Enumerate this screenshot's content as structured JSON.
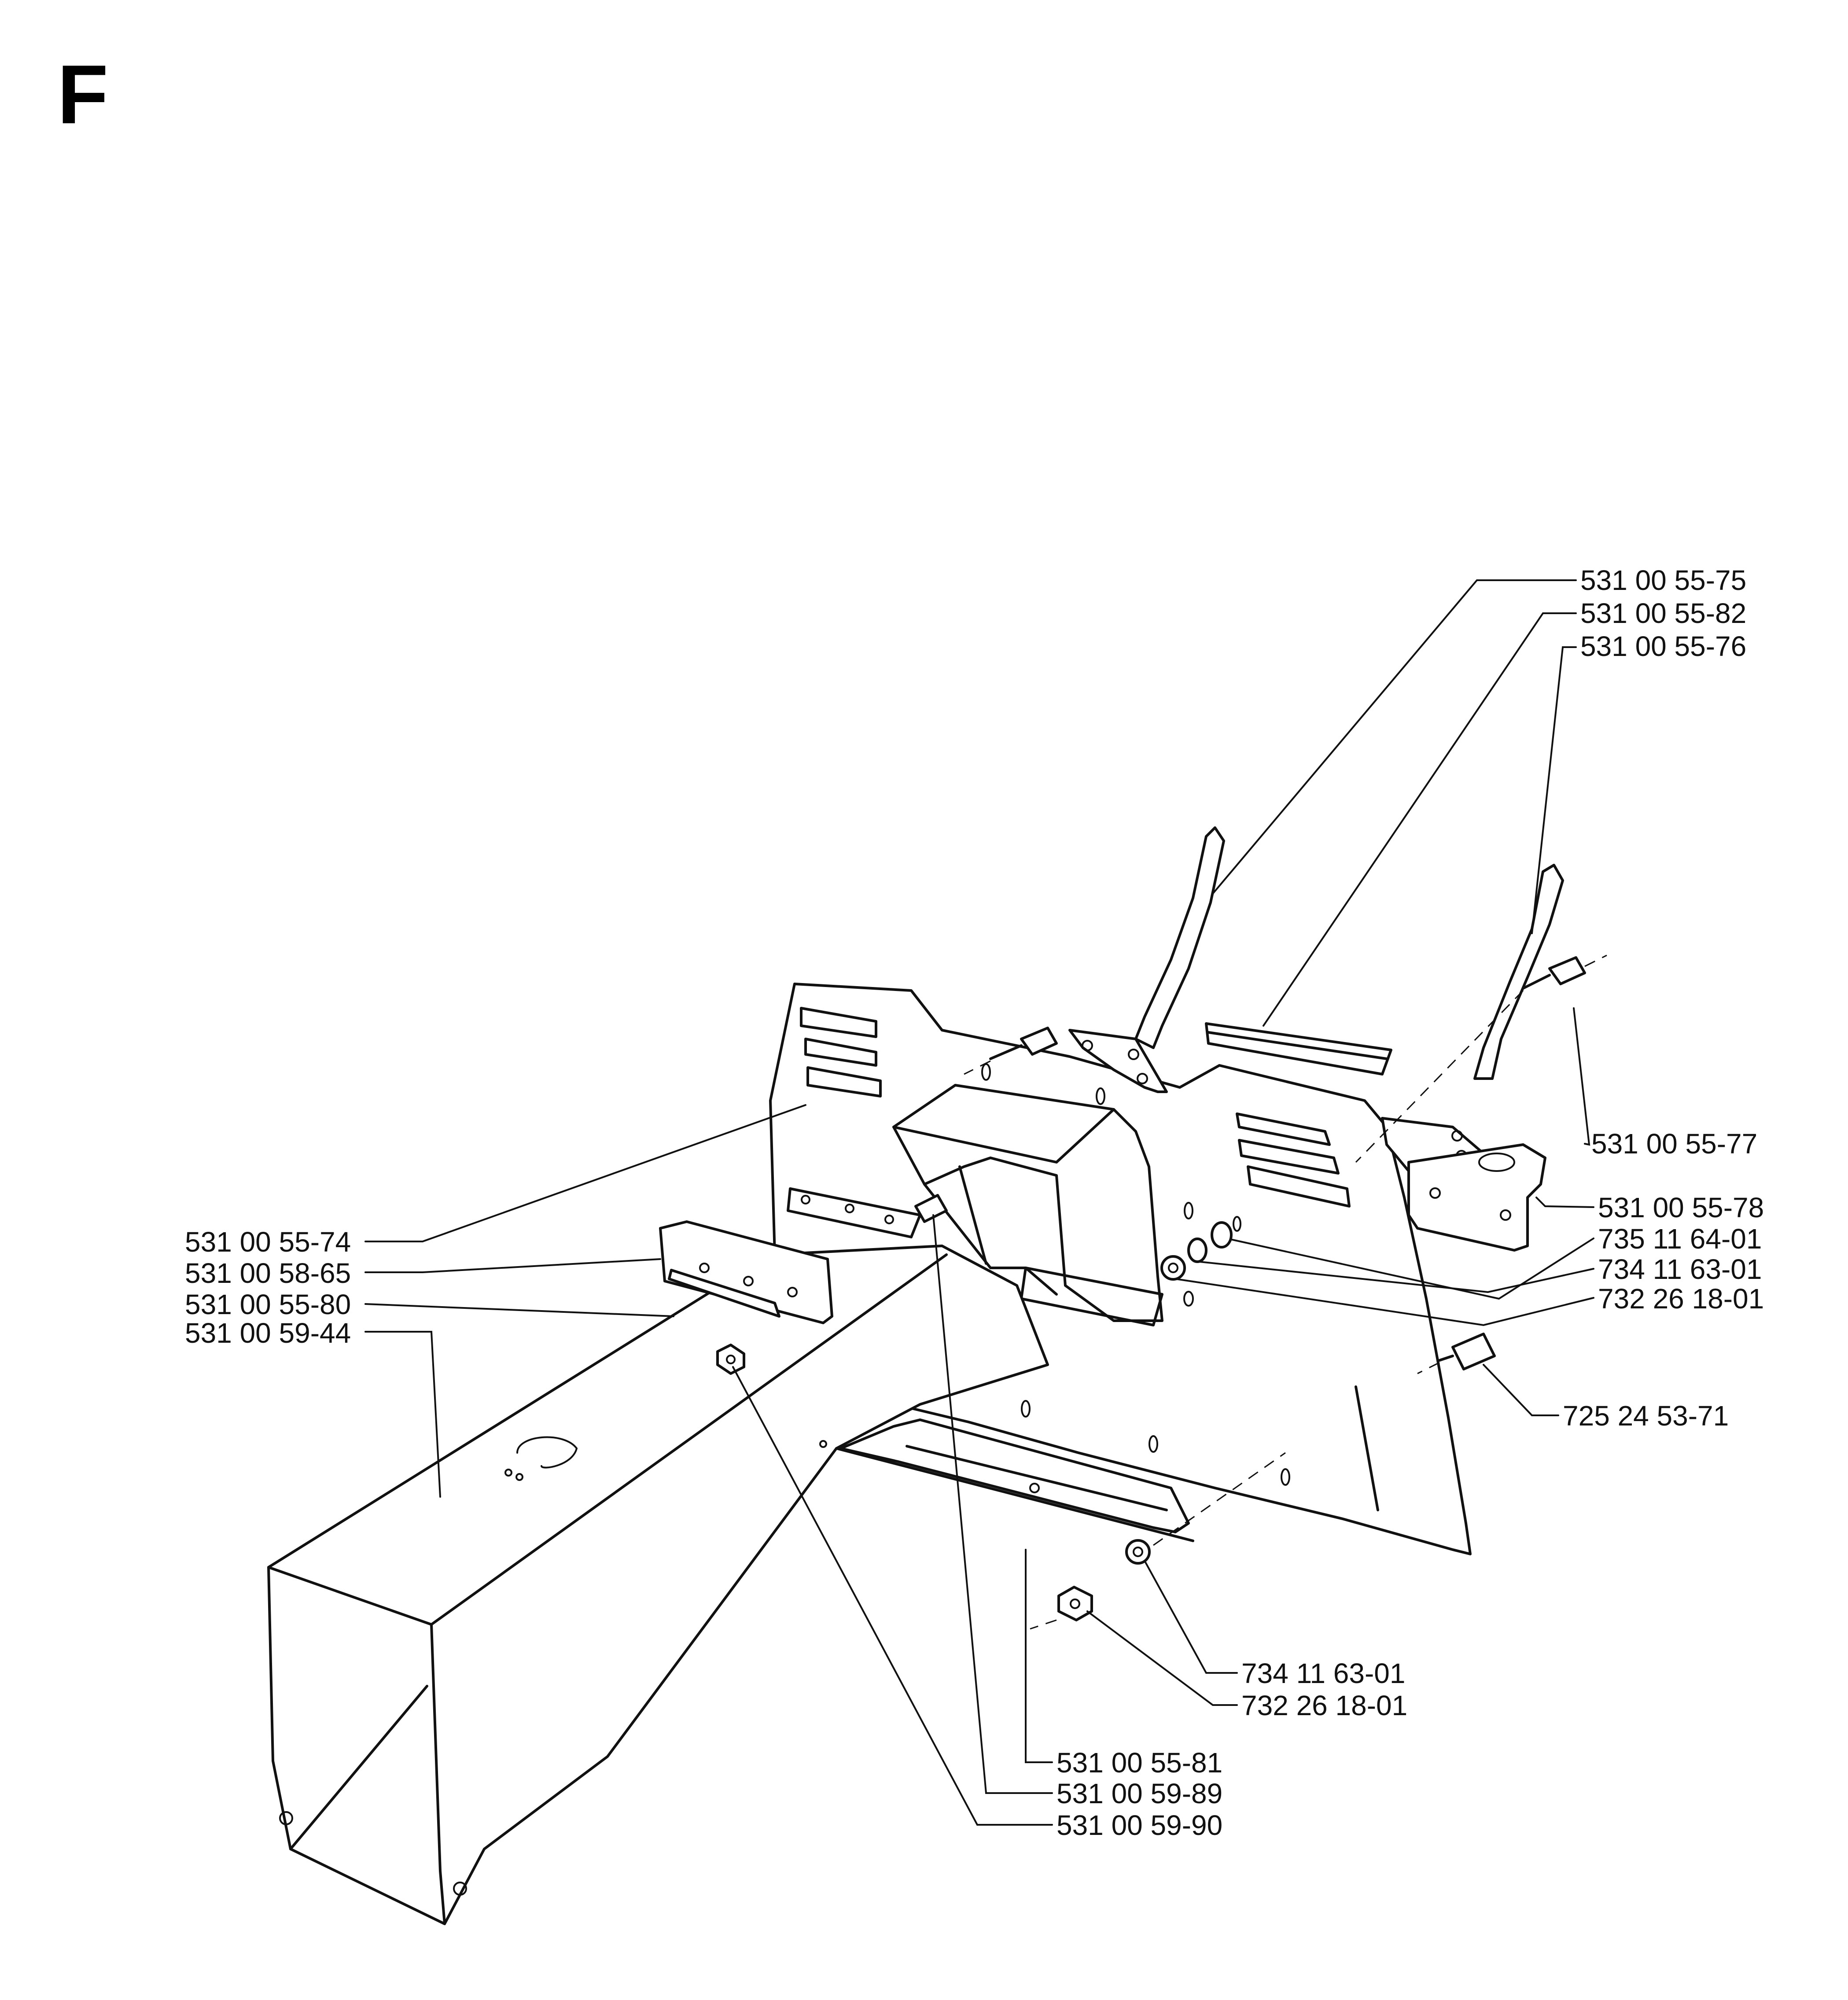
{
  "section_letter": "F",
  "part_numbers": {
    "p_55_75": "531 00 55-75",
    "p_55_82": "531 00 55-82",
    "p_55_76": "531 00 55-76",
    "p_55_77": "531 00 55-77",
    "p_55_78": "531 00 55-78",
    "p_735_11": "735 11 64-01",
    "p_734_11_a": "734 11 63-01",
    "p_732_26_a": "732 26 18-01",
    "p_725_24": "725 24 53-71",
    "p_55_74": "531 00 55-74",
    "p_58_65": "531 00 58-65",
    "p_55_80": "531 00 55-80",
    "p_59_44": "531 00 59-44",
    "p_734_11_b": "734 11 63-01",
    "p_732_26_b": "732 26 18-01",
    "p_55_81": "531 00 55-81",
    "p_59_89": "531 00 59-89",
    "p_59_90": "531 00 59-90"
  }
}
